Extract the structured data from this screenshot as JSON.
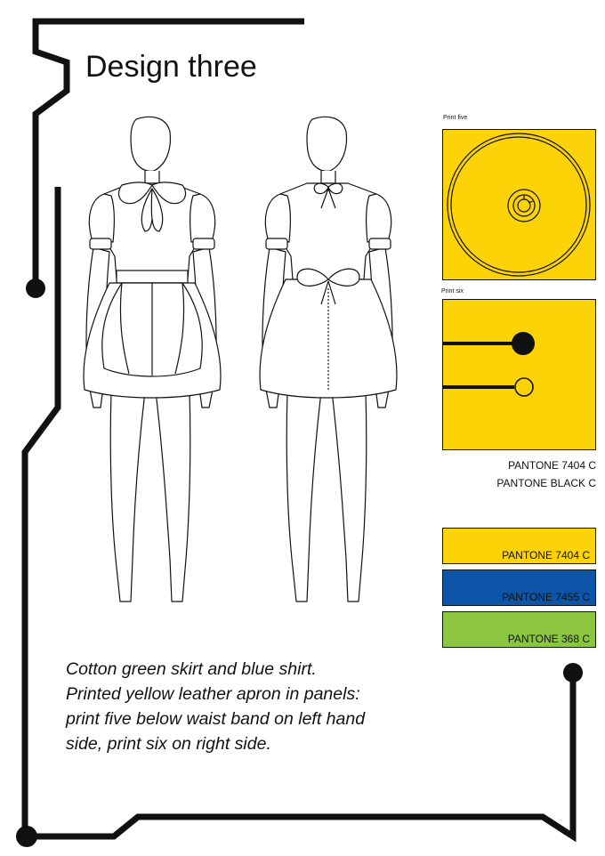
{
  "page": {
    "title": "Design three",
    "background_color": "#ffffff",
    "line_color": "#111111"
  },
  "figures": {
    "front_view": "dress-front-flat-icon",
    "back_view": "dress-back-flat-icon"
  },
  "prints": [
    {
      "label": "Print five",
      "fill_color": "#fbd307",
      "motif": "concentric-circles-icon"
    },
    {
      "label": "Print six",
      "fill_color": "#fbd307",
      "motif": "circuit-nodes-icon"
    }
  ],
  "print_pantones": [
    "PANTONE 7404 C",
    "PANTONE BLACK C"
  ],
  "swatches": [
    {
      "label": "PANTONE 7404 C",
      "color": "#fbd307"
    },
    {
      "label": "PANTONE 7455 C",
      "color": "#0c55a8"
    },
    {
      "label": "PANTONE 368 C",
      "color": "#8cc540"
    }
  ],
  "description": [
    "Cotton green skirt and blue shirt.",
    "Printed yellow leather apron in panels:",
    "print five below waist band on left hand",
    "side, print six on right side."
  ]
}
